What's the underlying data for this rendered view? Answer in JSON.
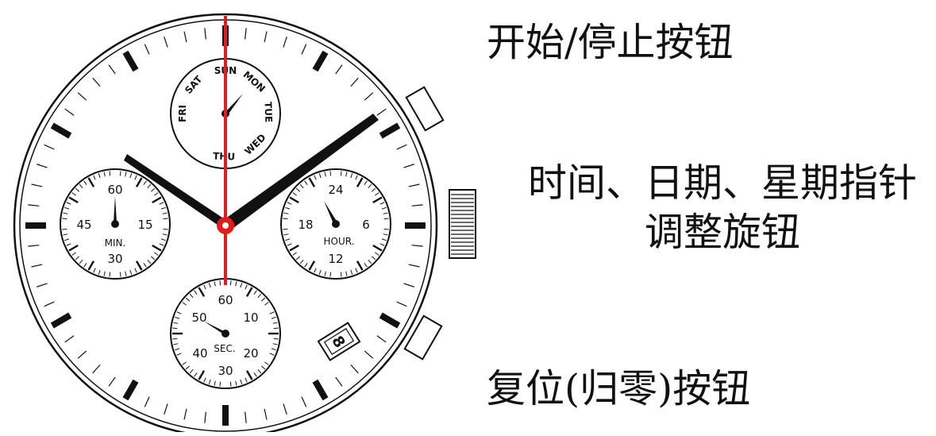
{
  "labels": {
    "start_stop": "开始/停止按钮",
    "crown_line1": "时间、日期、星期指针",
    "crown_line2": "调整旋钮",
    "reset": "复位(归零)按钮"
  },
  "dial": {
    "minute_sub": {
      "caption": "MIN.",
      "top": "60",
      "right": "15",
      "bottom": "30",
      "left": "45"
    },
    "hour_sub": {
      "caption": "HOUR.",
      "top": "24",
      "right": "6",
      "bottom": "12",
      "left": "18"
    },
    "second_sub": {
      "caption": "SEC.",
      "top": "60",
      "upper_right": "10",
      "right": "20",
      "bottom": "30",
      "left": "40",
      "upper_left": "50"
    },
    "day_sub": {
      "days": [
        "SUN",
        "MON",
        "TUE",
        "WED",
        "THU",
        "FRI",
        "SAT"
      ]
    },
    "date_window": "8"
  },
  "colors": {
    "seconds_hand": "#e31b1b",
    "ink": "#111111"
  }
}
